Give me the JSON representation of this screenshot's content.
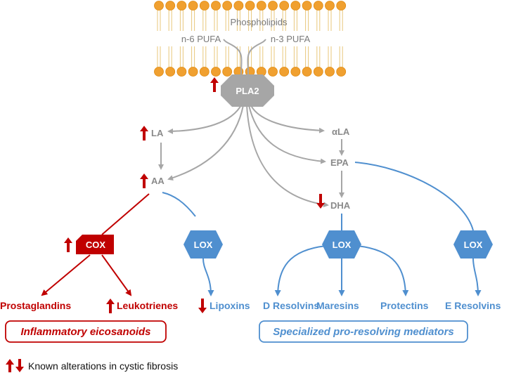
{
  "membrane": {
    "title": "Phospholipids",
    "left_label": "n-6 PUFA",
    "right_label": "n-3 PUFA"
  },
  "enzymes": {
    "pla2": "PLA2",
    "cox": "COX",
    "lox_aa": "LOX",
    "lox_dha": "LOX",
    "lox_epa": "LOX"
  },
  "metabolites": {
    "la": "LA",
    "aa": "AA",
    "ala": "αLA",
    "epa": "EPA",
    "dha": "DHA"
  },
  "products": {
    "prostaglandins": "Prostaglandins",
    "leukotrienes": "Leukotrienes",
    "lipoxins": "Lipoxins",
    "d_resolvins": "D Resolvins",
    "maresins": "Maresins",
    "protectins": "Protectins",
    "e_resolvins": "E Resolvins"
  },
  "groups": {
    "inflammatory": "Inflammatory eicosanoids",
    "pro_resolving": "Specialized pro-resolving mediators"
  },
  "legend": {
    "text": "Known alterations in cystic fibrosis"
  },
  "colors": {
    "red": "#c00000",
    "blue": "#4f8fcf",
    "gray": "#a6a6a6",
    "membrane_orange": "#f0a030"
  }
}
